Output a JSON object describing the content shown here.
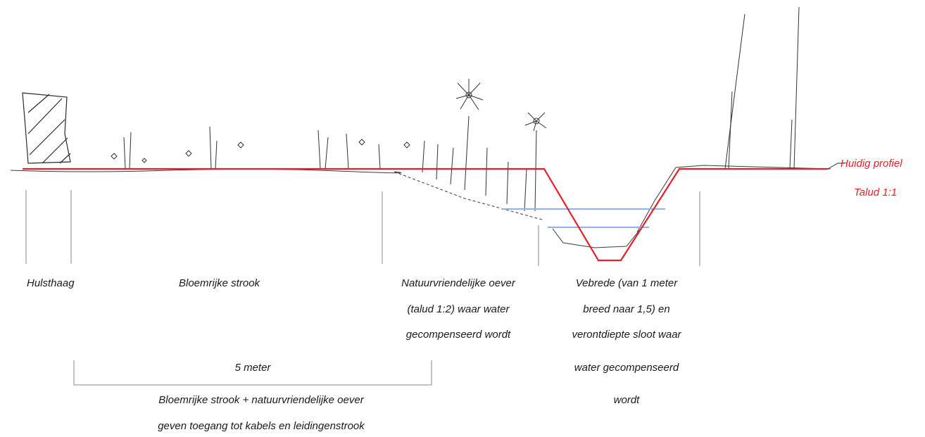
{
  "labels": {
    "huidig_profiel": "Huidig profiel",
    "talud": "Talud 1:1",
    "hulsthaag": "Hulsthaag",
    "bloemrijke_strook": "Bloemrijke strook",
    "oever": [
      "Natuurvriendelijke oever",
      "(talud 1:2) waar water",
      "gecompenseerd wordt"
    ],
    "sloot": [
      "Vebrede (van 1 meter",
      "breed naar 1,5) en",
      "verontdiepte sloot waar",
      "water gecompenseerd",
      "wordt"
    ],
    "dimension": "5 meter",
    "toegang": [
      "Bloemrijke strook + natuurvriendelijke oever",
      "geven toegang tot kabels en leidingenstrook"
    ]
  },
  "colors": {
    "profile": "#e4202a",
    "water": "#8fb4e3",
    "sketch": "#2a2a2a",
    "divider": "#8a8a8a"
  }
}
